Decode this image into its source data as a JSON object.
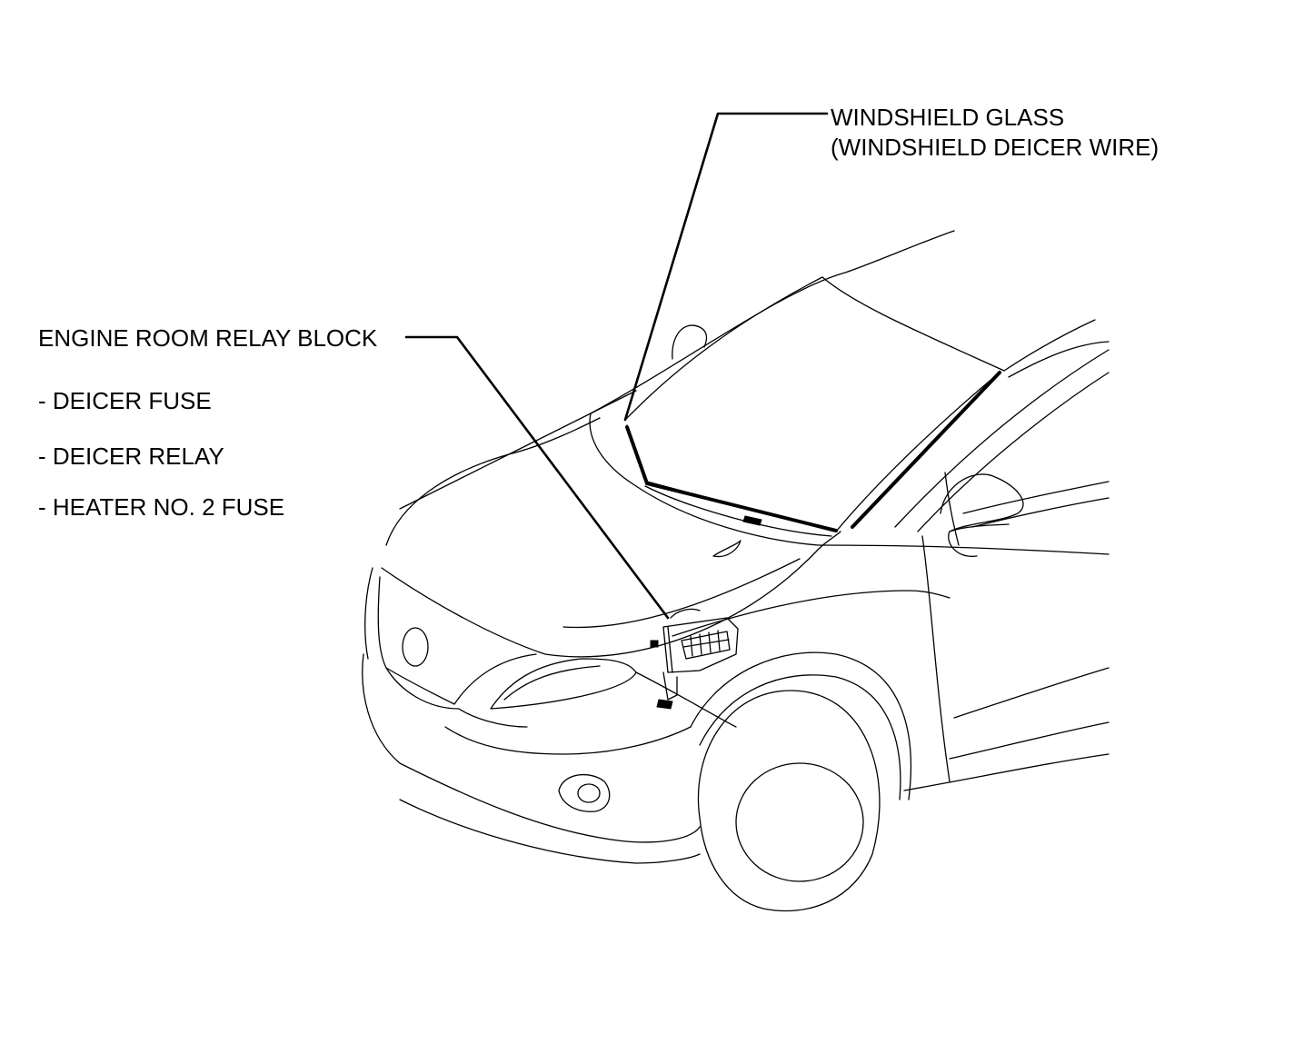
{
  "callouts": {
    "windshield": {
      "line1": "WINDSHIELD GLASS",
      "line2": "(WINDSHIELD DEICER WIRE)"
    },
    "relay_block": {
      "title": "ENGINE ROOM RELAY BLOCK",
      "items": [
        "- DEICER FUSE",
        "- DEICER RELAY",
        "- HEATER NO. 2 FUSE"
      ]
    }
  }
}
